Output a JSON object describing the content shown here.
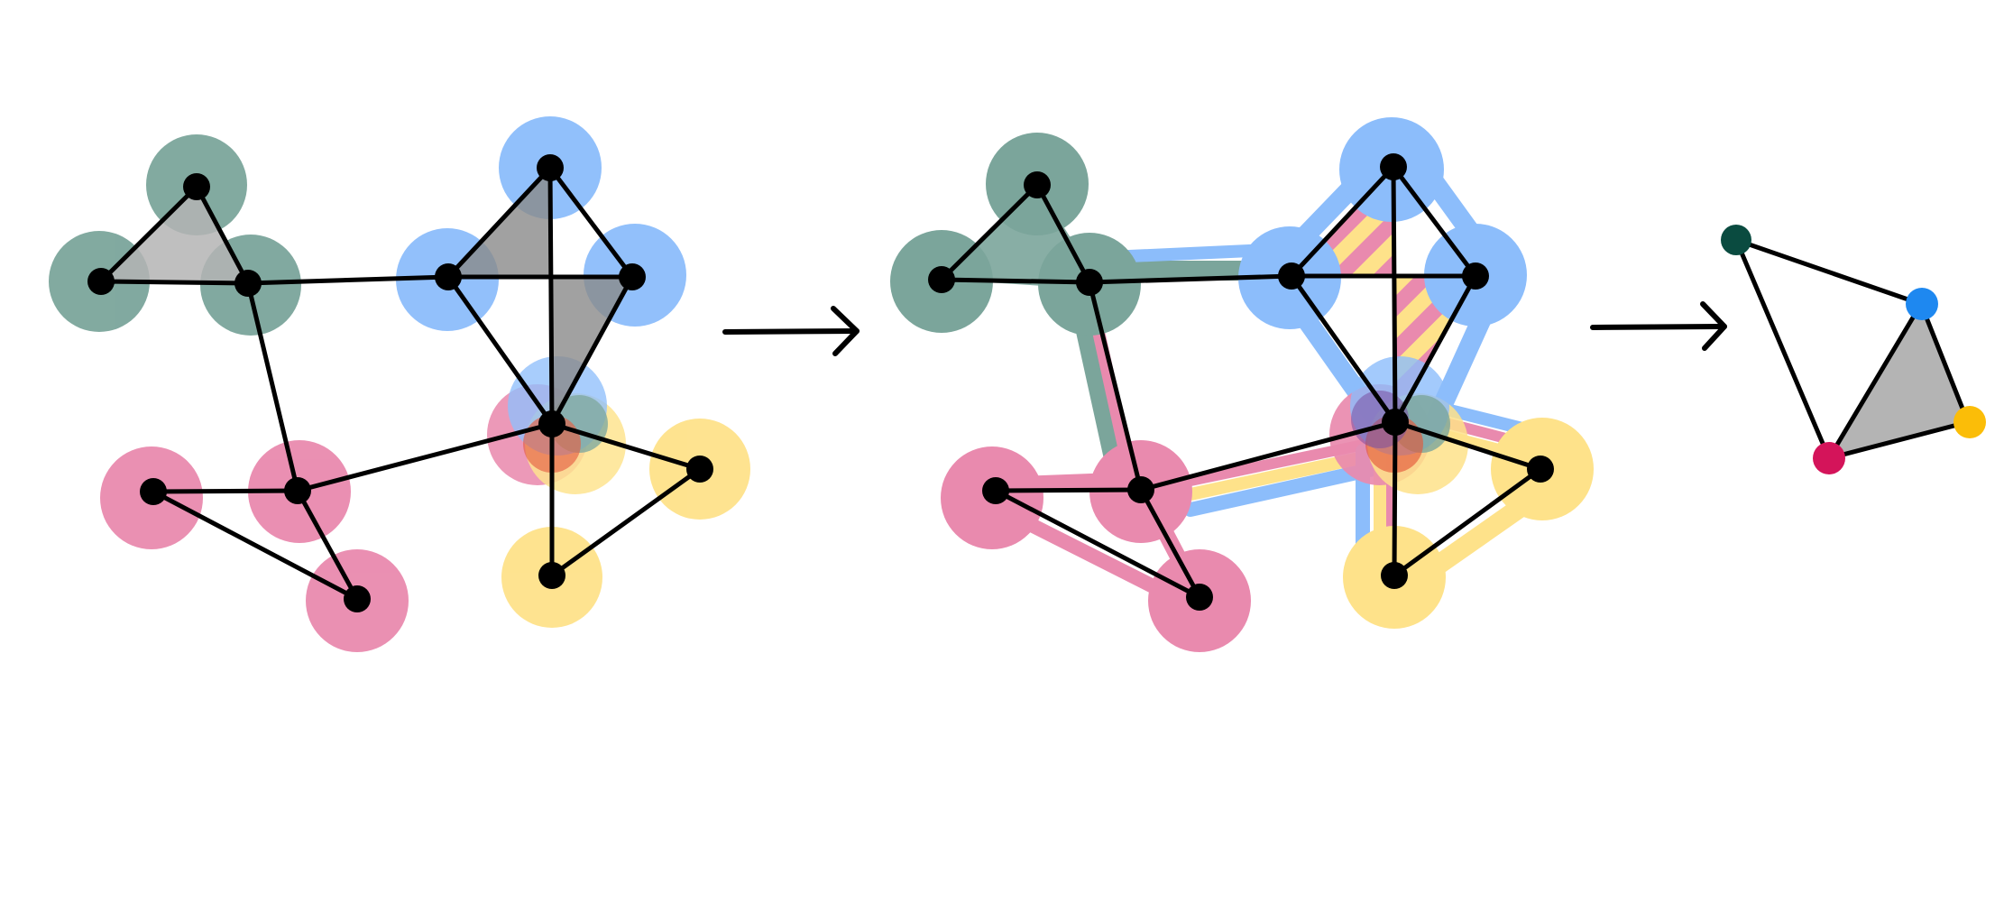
{
  "colors": {
    "background": "#ffffff",
    "green": "#7ba59b",
    "blue": "#8cbdfb",
    "pink": "#e98aae",
    "yellow": "#fee28a",
    "edge": "#000000",
    "vertex": "#000000",
    "fill_gray": "#9a9a9a",
    "fill_light_gray": "#b4b4b4",
    "quotient_green": "#0a4b40",
    "quotient_blue": "#1e88f0",
    "quotient_pink": "#d4145a",
    "quotient_yellow": "#fbbd08"
  },
  "panels": {
    "left": {
      "name": "cover-graph"
    },
    "middle": {
      "name": "bundled-cover-graph"
    },
    "right": {
      "name": "quotient-graph"
    }
  },
  "arrows": [
    {
      "name": "arrow-left-to-middle"
    },
    {
      "name": "arrow-middle-to-right"
    }
  ]
}
